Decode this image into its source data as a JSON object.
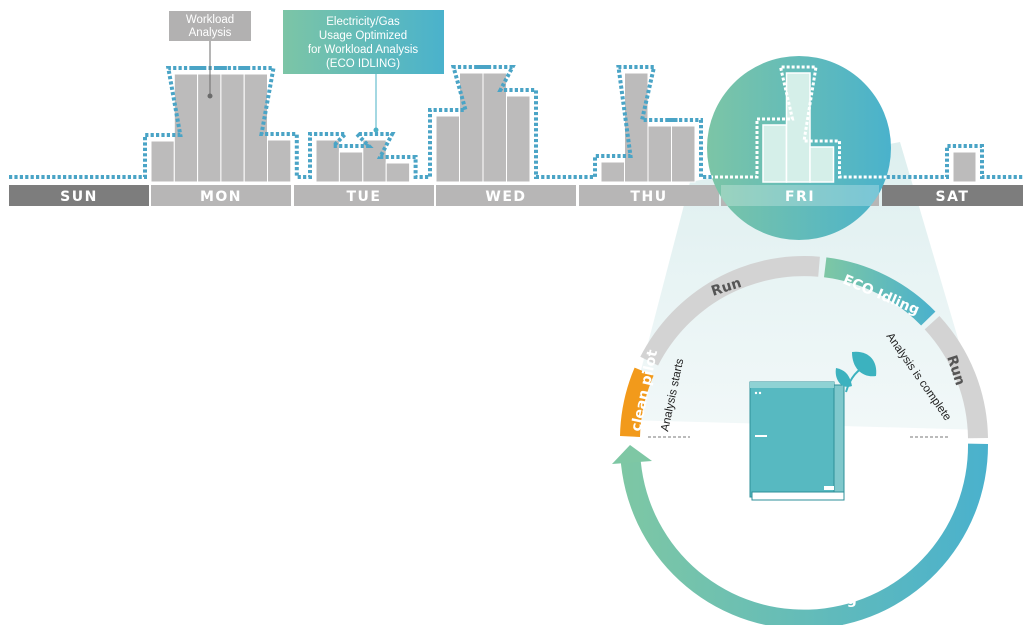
{
  "chart_data": {
    "type": "bar",
    "title": "",
    "days": [
      "SUN",
      "MON",
      "TUE",
      "WED",
      "THU",
      "FRI",
      "SAT"
    ],
    "bars": {
      "SUN": [],
      "MON": [
        41,
        108,
        108,
        108,
        108,
        42
      ],
      "TUE": [
        42,
        30,
        42,
        19
      ],
      "WED": [
        66,
        109,
        109,
        86
      ],
      "THU": [
        20,
        109,
        56,
        56
      ],
      "FRI": [
        57,
        109,
        35
      ],
      "SAT": [
        30
      ]
    },
    "units": "relative workload"
  },
  "callouts": {
    "workload": {
      "line1": "Workload",
      "line2": "Analysis"
    },
    "eco": {
      "line1": "Electricity/Gas",
      "line2": "Usage Optimized",
      "line3": "for Workload Analysis",
      "line4": "(ECO IDLING)"
    }
  },
  "cycle": {
    "clean_pilot": "clean pilot",
    "run_top": "Run",
    "eco_top": "ECO Idling",
    "run_right": "Run",
    "eco_bottom": "ECO Idling",
    "analysis_starts": "Analysis starts",
    "analysis_complete": "Analysis is complete"
  },
  "colors": {
    "bar": "#bcbbbb",
    "bar_stroke": "#ffffff",
    "dotted": "#4aa4c6",
    "day_dark": "#7d7d7d",
    "day_light": "#b7b6b6",
    "callout_gray": "#b2b1b1",
    "teal_start": "#7cc5a6",
    "teal_end": "#4ab2cc",
    "orange": "#f29a1b",
    "ring_gray": "#d3d3d3"
  }
}
